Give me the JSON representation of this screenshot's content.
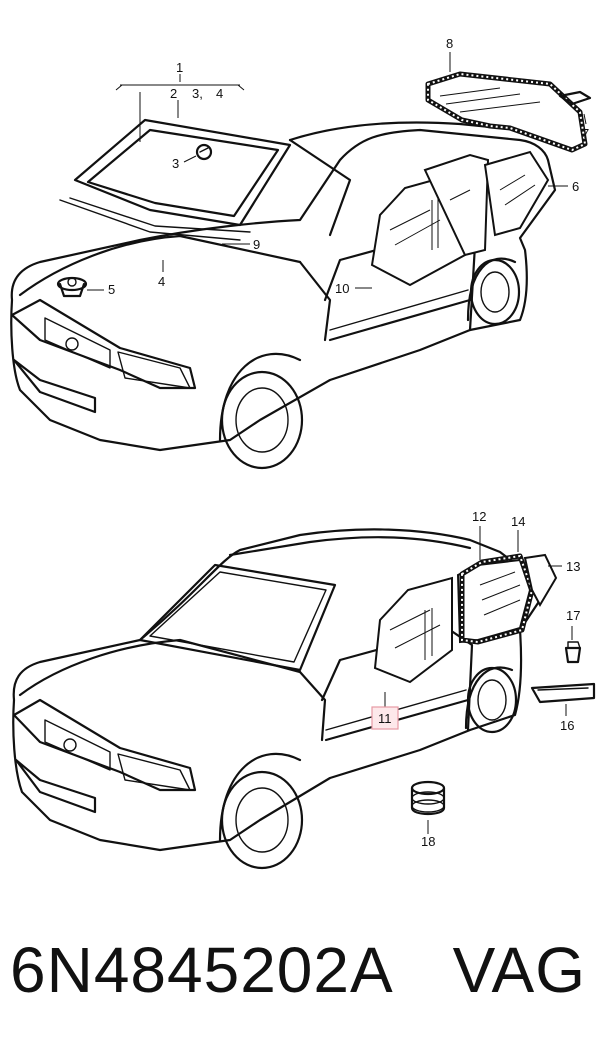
{
  "diagram": {
    "top_callouts": {
      "c1": "1",
      "c2": "2",
      "c3": "3,",
      "c4": "4",
      "c3b": "3",
      "c5": "5",
      "c4b": "4",
      "c6": "6",
      "c7": "7",
      "c8": "8",
      "c9": "9",
      "c10": "10"
    },
    "bottom_callouts": {
      "c11": "11",
      "c12": "12",
      "c13": "13",
      "c14": "14",
      "c16": "16",
      "c17": "17",
      "c18": "18"
    },
    "highlight_color": "#fde8ea"
  },
  "footer": {
    "part_number": "6N4845202A",
    "brand": "VAG"
  }
}
